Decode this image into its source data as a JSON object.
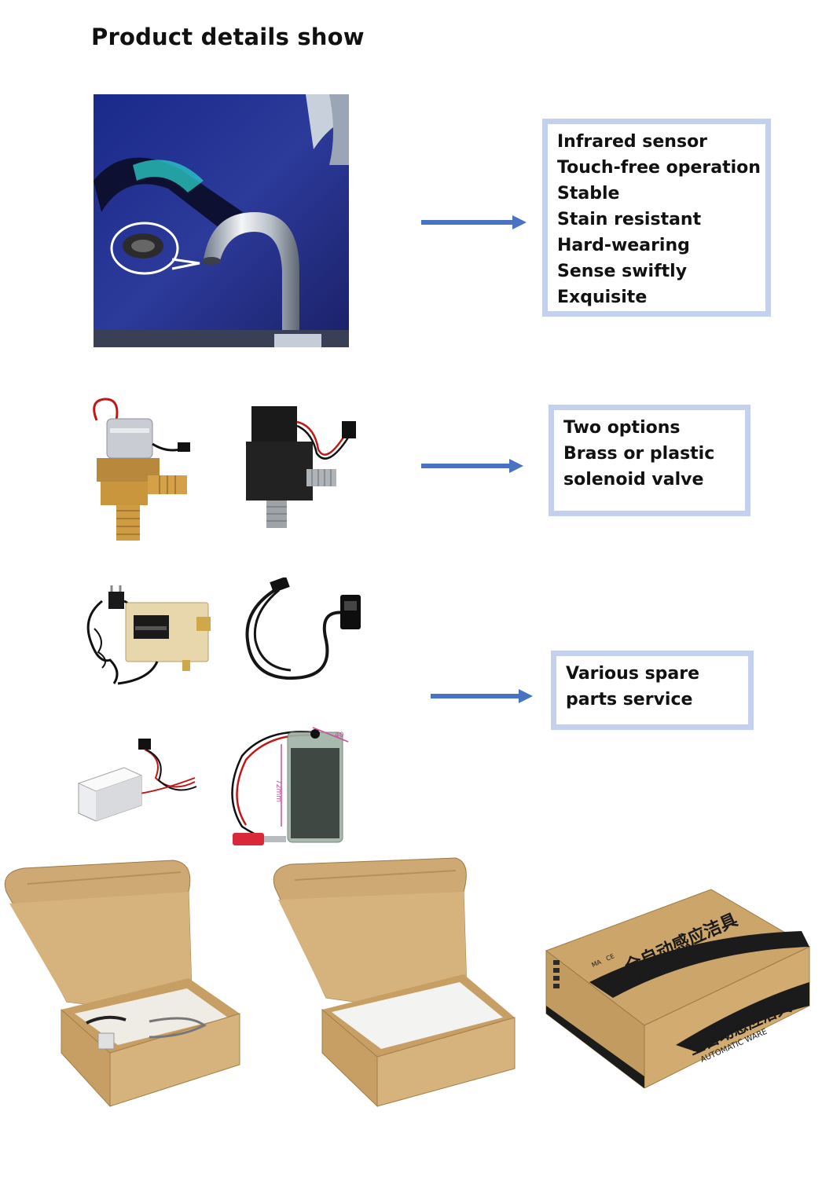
{
  "page": {
    "title": "Product details show"
  },
  "sections": [
    {
      "features": [
        "Infrared sensor",
        "Touch-free operation",
        "Stable",
        "Stain resistant",
        "Hard-wearing",
        "Sense swiftly",
        "Exquisite"
      ]
    },
    {
      "features": [
        "Two options",
        "Brass or plastic",
        "solenoid valve"
      ]
    },
    {
      "features": [
        "Various spare",
        "parts service"
      ]
    }
  ],
  "packaging": {
    "box_print_cn": "全自动感应洁具",
    "box_print_en": "AUTOMATIC WARE",
    "box_marks": [
      "MA",
      "CE"
    ]
  },
  "battery_dims": {
    "width": "40",
    "height": "72mm"
  },
  "colors": {
    "arrow": "#4a72c4",
    "box_border": "#c4d1ee",
    "cardboard": "#c9a56f"
  }
}
